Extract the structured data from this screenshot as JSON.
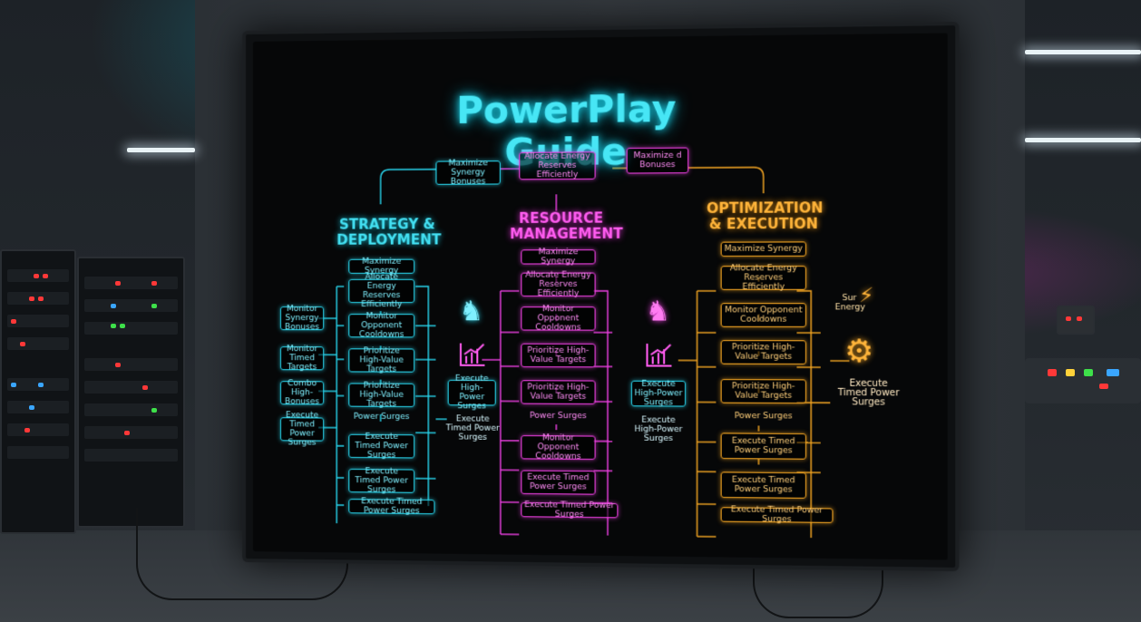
{
  "board": {
    "title": "PowerPlay Guide",
    "top_flow": [
      "Maximize Synergy Bonuses",
      "Allocate Energy Reserves Efficiently",
      "Maximize d Bonuses"
    ],
    "columns": [
      {
        "heading": "STRATEGY & DEPLOYMENT",
        "color": "#29d6ee",
        "steps": [
          "Maximize Synergy",
          "Allocate Energy Reserves Efficiently",
          "Monitor Opponent Cooldowns",
          "Prioritize High-Value Targets",
          "Prioritize High-Value Targets",
          "Power Surges",
          "Execute Timed Power Surges",
          "Execute Timed Power Surges",
          "Execute Timed Power Surges"
        ],
        "side_inputs": [
          "Monitor Synergy Bonuses",
          "Monitor Timed Targets",
          "Combo High-Bonuses",
          "Execute Timed Power Surges"
        ]
      },
      {
        "heading": "RESOURCE MANAGEMENT",
        "color": "#f040e4",
        "steps": [
          "Maximize Synergy",
          "Allocate Energy Reserves Efficiently",
          "Monitor Opponent Cooldowns",
          "Prioritize High-Value Targets",
          "Prioritize High-Value Targets",
          "Power Surges",
          "Monitor Opponent Cooldowns",
          "Execute Timed Power Surges",
          "Execute Timed Power Surges"
        ]
      },
      {
        "heading": "OPTIMIZATION & EXECUTION",
        "color": "#f5a623",
        "steps": [
          "Maximize Synergy",
          "Allocate Energy Reserves Efficiently",
          "Monitor Opponent Cooldowns",
          "Prioritize High-Value Targets",
          "Prioritize High-Value Targets",
          "Power Surges",
          "Execute Timed Power Surges",
          "Execute Timed Power Surges",
          "Execute Timed Power Surges"
        ]
      }
    ],
    "mid_outputs": [
      {
        "box": "Execute High-Power Surges",
        "below": "Execute Timed Power Surges"
      },
      {
        "box": "Execute High-Power Surges",
        "below": "Execute High-Power Surges"
      }
    ],
    "right_output": {
      "top": "Sur Energy",
      "bottom": "Execute Timed Power Surges"
    }
  }
}
